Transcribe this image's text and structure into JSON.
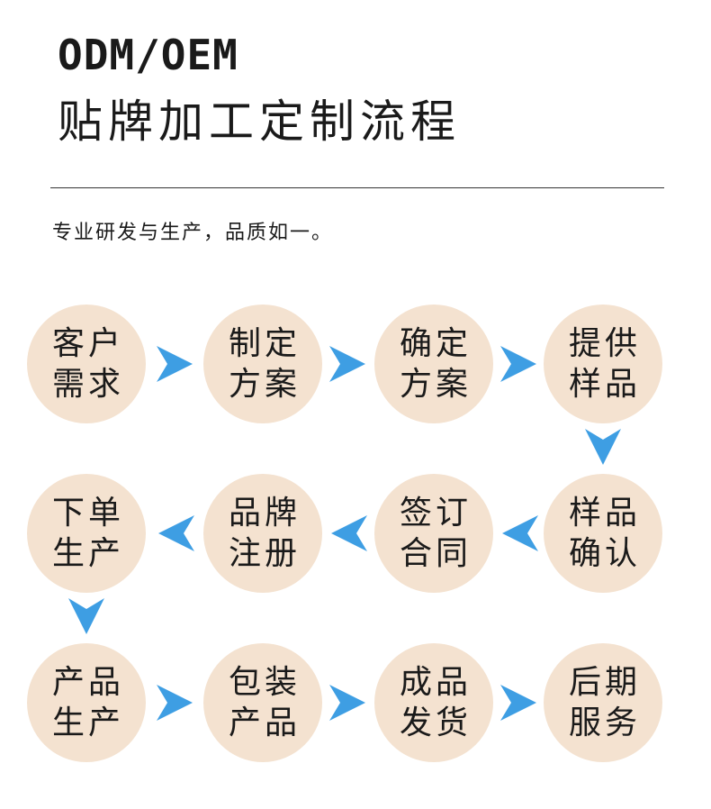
{
  "header": {
    "title_en": "ODM/OEM",
    "title_cn": "贴牌加工定制流程",
    "subtitle": "专业研发与生产，品质如一。"
  },
  "colors": {
    "circle_fill": "#f4e2d0",
    "arrow": "#3e9ee3",
    "text": "#1a1a1a"
  },
  "steps": [
    {
      "line1": "客户",
      "line2": "需求"
    },
    {
      "line1": "制定",
      "line2": "方案"
    },
    {
      "line1": "确定",
      "line2": "方案"
    },
    {
      "line1": "提供",
      "line2": "样品"
    },
    {
      "line1": "样品",
      "line2": "确认"
    },
    {
      "line1": "签订",
      "line2": "合同"
    },
    {
      "line1": "品牌",
      "line2": "注册"
    },
    {
      "line1": "下单",
      "line2": "生产"
    },
    {
      "line1": "产品",
      "line2": "生产"
    },
    {
      "line1": "包装",
      "line2": "产品"
    },
    {
      "line1": "成品",
      "line2": "发货"
    },
    {
      "line1": "后期",
      "line2": "服务"
    }
  ]
}
